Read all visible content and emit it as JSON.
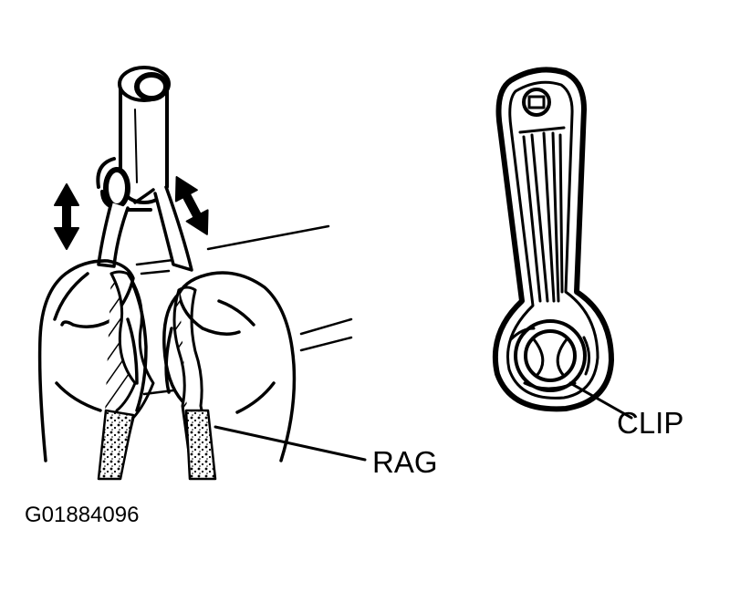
{
  "figure": {
    "id": "G01884096"
  },
  "labels": {
    "rag": "RAG",
    "clip": "CLIP"
  },
  "icons": {
    "left_arrow": "double-headed-arrow-icon",
    "right_arrow": "double-headed-arrow-icon"
  },
  "colors": {
    "ink": "#000000",
    "background": "#ffffff"
  }
}
